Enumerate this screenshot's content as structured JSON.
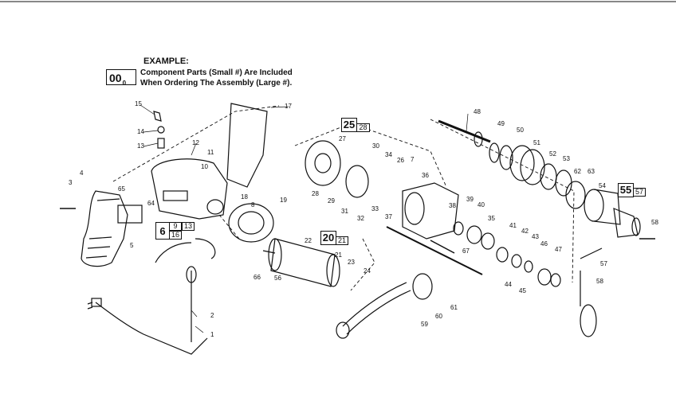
{
  "example": {
    "title": "EXAMPLE:",
    "line1": "Component Parts (Small #) Are Included",
    "line2": "When Ordering The Assembly (Large #).",
    "box_large": "00",
    "box_small": "0"
  },
  "assemblies": [
    {
      "large": "25",
      "small": [
        "28"
      ]
    },
    {
      "large": "6",
      "small": [
        "9",
        "13",
        "16"
      ]
    },
    {
      "large": "20",
      "small": [
        "21"
      ]
    },
    {
      "large": "55",
      "small": [
        "57"
      ]
    }
  ],
  "callouts": [
    "1",
    "2",
    "3",
    "4",
    "5",
    "7",
    "8",
    "10",
    "11",
    "12",
    "13",
    "14",
    "15",
    "17",
    "18",
    "19",
    "21",
    "22",
    "23",
    "24",
    "26",
    "27",
    "28",
    "29",
    "30",
    "31",
    "32",
    "33",
    "34",
    "35",
    "36",
    "37",
    "38",
    "39",
    "40",
    "41",
    "42",
    "43",
    "44",
    "45",
    "46",
    "47",
    "48",
    "49",
    "50",
    "51",
    "52",
    "53",
    "54",
    "56",
    "57",
    "58",
    "59",
    "60",
    "61",
    "62",
    "63",
    "64",
    "65",
    "66",
    "67",
    "58"
  ]
}
